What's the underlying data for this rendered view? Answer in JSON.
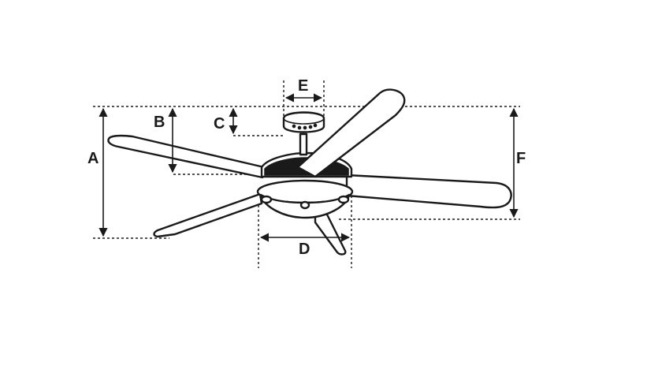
{
  "diagram": {
    "labels": {
      "A": "A",
      "B": "B",
      "C": "C",
      "D": "D",
      "E": "E",
      "F": "F"
    },
    "colors": {
      "ink": "#1a1a1a",
      "background": "#ffffff"
    }
  }
}
